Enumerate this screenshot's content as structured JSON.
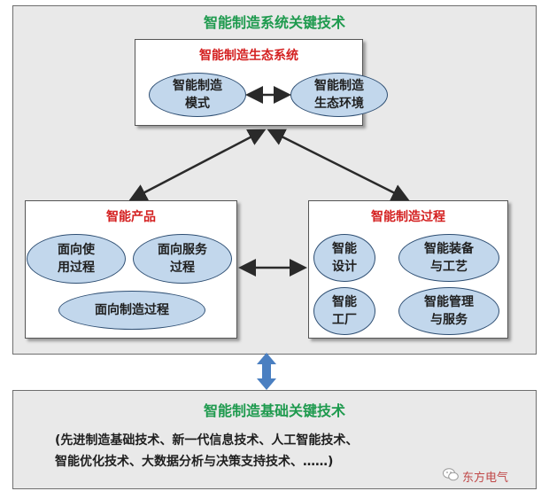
{
  "outer_title": "智能制造系统关键技术",
  "ecosystem": {
    "title": "智能制造生态系统",
    "left": "智能制造\n模式",
    "right": "智能制造\n生态环境"
  },
  "products": {
    "title": "智能产品",
    "item1": "面向使\n用过程",
    "item2": "面向服务\n过程",
    "item3": "面向制造过程"
  },
  "process": {
    "title": "智能制造过程",
    "item1": "智能\n设计",
    "item2": "智能装备\n与工艺",
    "item3": "智能\n工厂",
    "item4": "智能管理\n与服务"
  },
  "foundation": {
    "title": "智能制造基础关键技术",
    "line1": "(先进制造基础技术、新一代信息技术、人工智能技术、",
    "line2": "智能优化技术、大数据分析与决策支持技术、……)"
  },
  "watermark": {
    "text": "东方电气",
    "icon": "wechat-icon"
  },
  "colors": {
    "title_green": "#1e9a4e",
    "box_title_red": "#d42020",
    "ellipse_fill": "#c2d7ec",
    "arrow_blue": "#4a7fc1"
  }
}
